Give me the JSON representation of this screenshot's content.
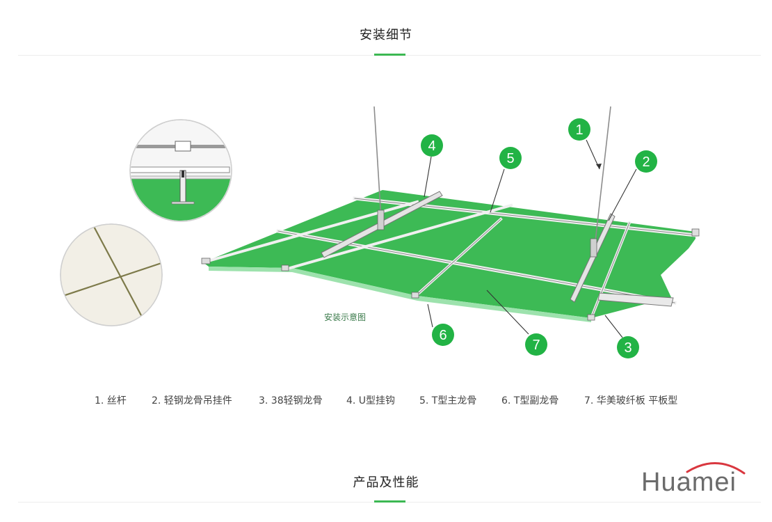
{
  "sections": {
    "install": {
      "title": "安装细节"
    },
    "products": {
      "title": "产品及性能"
    }
  },
  "diagram": {
    "caption": "安装示意图",
    "callouts": [
      "1",
      "2",
      "3",
      "4",
      "5",
      "6",
      "7"
    ],
    "colors": {
      "panel": "#3dba55",
      "panel_edge": "#9de2ad",
      "callout": "#22b345",
      "rail": "#e8e8e8"
    }
  },
  "legend": [
    "1.  丝杆",
    "2. 轻钢龙骨吊挂件",
    "3. 38轻钢龙骨",
    "4. U型挂钩",
    "5. T型主龙骨",
    "6. T型副龙骨",
    "7. 华美玻纤板 平板型"
  ],
  "brand": {
    "name": "Huamei",
    "arc_color": "#d9373f",
    "text_color": "#6b6b6b"
  },
  "accent_color": "#3cb853"
}
